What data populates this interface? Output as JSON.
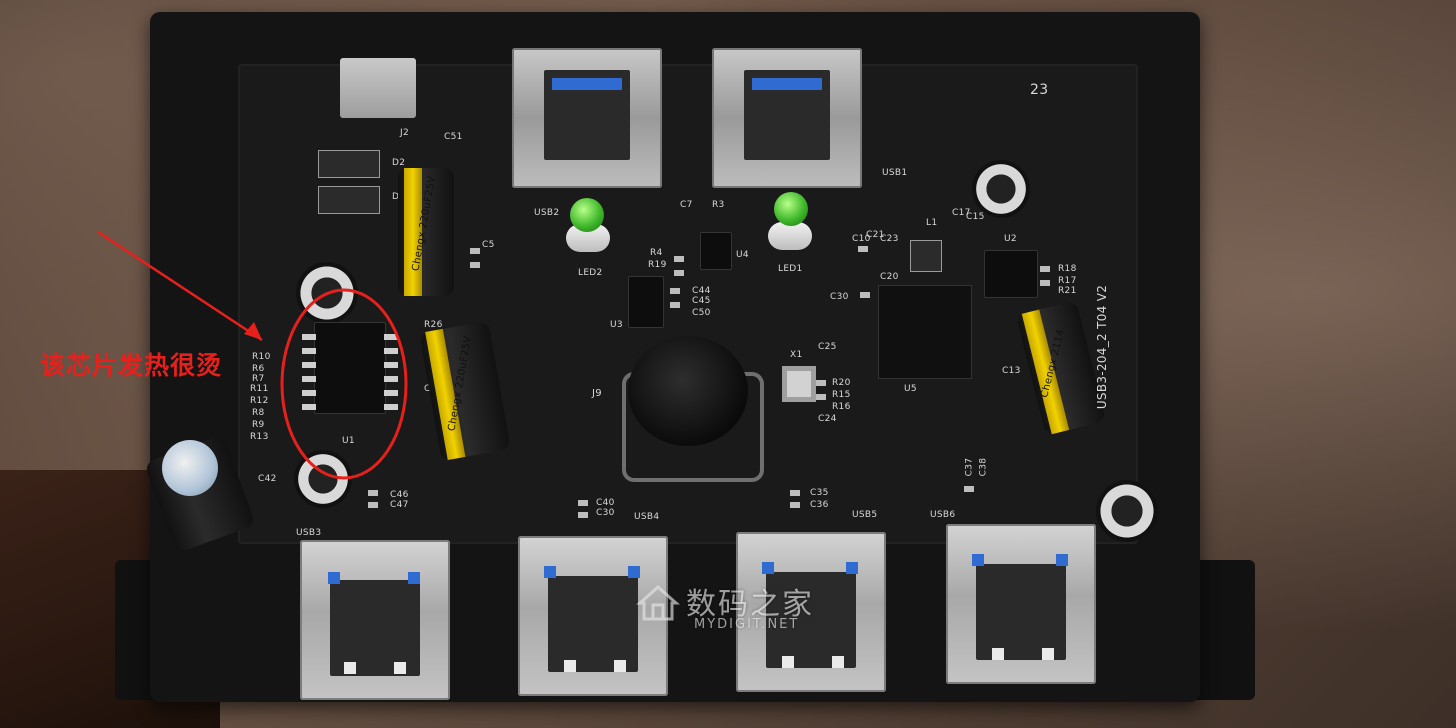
{
  "annotation": {
    "text": "该芯片发热很烫",
    "color": "#e8201c"
  },
  "watermark": {
    "name_cn": "数码之家",
    "name_en": "MYDIGIT.NET"
  },
  "silkscreen": {
    "j2": "J2",
    "c51": "C51",
    "d2": "D2",
    "d1": "D1",
    "usb2": "USB2",
    "usb1": "USB1",
    "c7": "C7",
    "r3": "R3",
    "r4": "R4",
    "r19": "R19",
    "u4": "U4",
    "led2": "LED2",
    "led1": "LED1",
    "l1": "L1",
    "c17": "C17",
    "c15": "C15",
    "c10": "C10",
    "c21": "C21",
    "c23": "C23",
    "c20": "C20",
    "u2": "U2",
    "r18": "R18",
    "r17": "R17",
    "r21": "R21",
    "c44": "C44",
    "c45": "C45",
    "c50": "C50",
    "u3": "U3",
    "c30a": "C30",
    "r26": "R26",
    "r10": "R10",
    "r6": "R6",
    "r7": "R7",
    "r11": "R11",
    "r12": "R12",
    "r8": "R8",
    "r9": "R9",
    "r13": "R13",
    "u1": "U1",
    "c5": "C5",
    "c4": "C4",
    "j9": "J9",
    "x1": "X1",
    "c25": "C25",
    "r20": "R20",
    "r15": "R15",
    "r16": "R16",
    "c24": "C24",
    "u5": "U5",
    "c13": "C13",
    "board_id": "USB3-204_2 T04 V2",
    "date_code": "23",
    "c42": "C42",
    "c46": "C46",
    "c47": "C47",
    "c40": "C40",
    "c30b": "C30",
    "c35": "C35",
    "c36": "C36",
    "c37": "C37",
    "c38": "C38",
    "usb3": "USB3",
    "usb4": "USB4",
    "usb5": "USB5",
    "usb6": "USB6"
  },
  "capacitor_labels": {
    "cap1": "Chengx 220uF25V",
    "cap2": "Chengx 220uF25V",
    "cap3": "Chengx 2114"
  },
  "colors": {
    "pcb": "#1a1a1a",
    "enclosure": "#141414",
    "usb_blue": "#2f6bd0",
    "led_green": "#3fb82a",
    "cap_yellow": "#f1d200"
  }
}
